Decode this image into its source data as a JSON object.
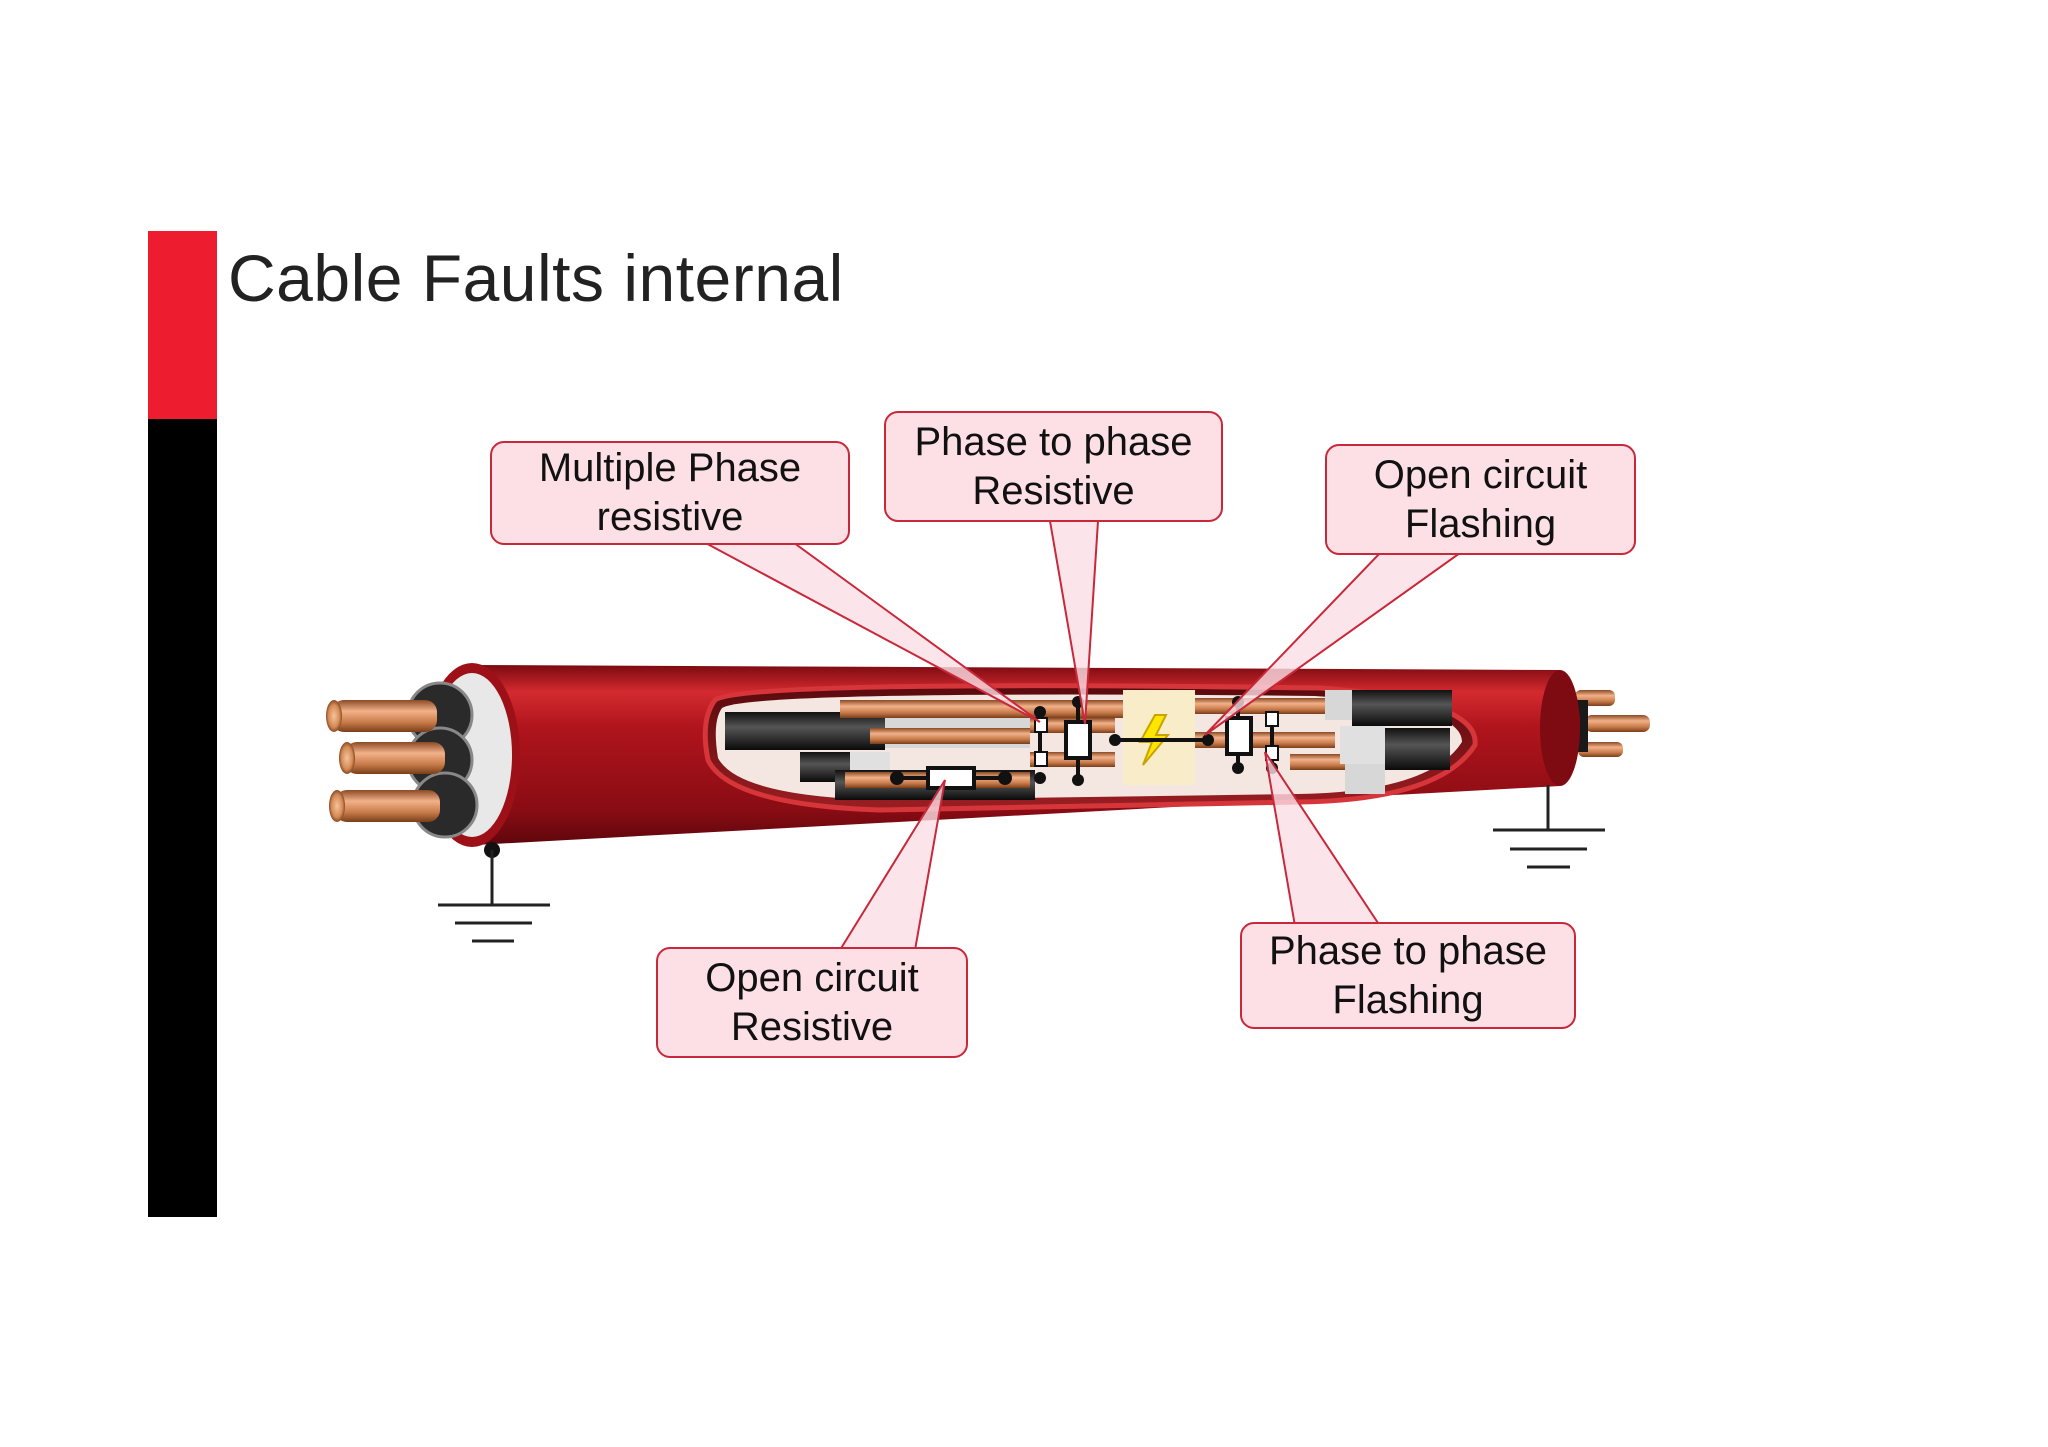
{
  "title": "Cable Faults internal",
  "colors": {
    "accent_red": "#ed1c2e",
    "accent_black": "#000000",
    "sheath_red": "#b0141c",
    "copper": "#c87b4a",
    "callout_fill": "#fde0e6",
    "callout_border": "#c8283a",
    "fault_box": "#f8edc8",
    "spark": "#ffe600"
  },
  "callouts": {
    "multiple_phase_resistive": "Multiple Phase\nresistive",
    "phase_to_phase_resistive": "Phase to phase\nResistive",
    "open_circuit_flashing": "Open circuit\nFlashing",
    "open_circuit_resistive": "Open circuit\nResistive",
    "phase_to_phase_flashing": "Phase to phase\nFlashing"
  },
  "icons": {
    "ground": "ground-icon",
    "spark": "lightning-icon",
    "resistor": "resistor-icon"
  }
}
